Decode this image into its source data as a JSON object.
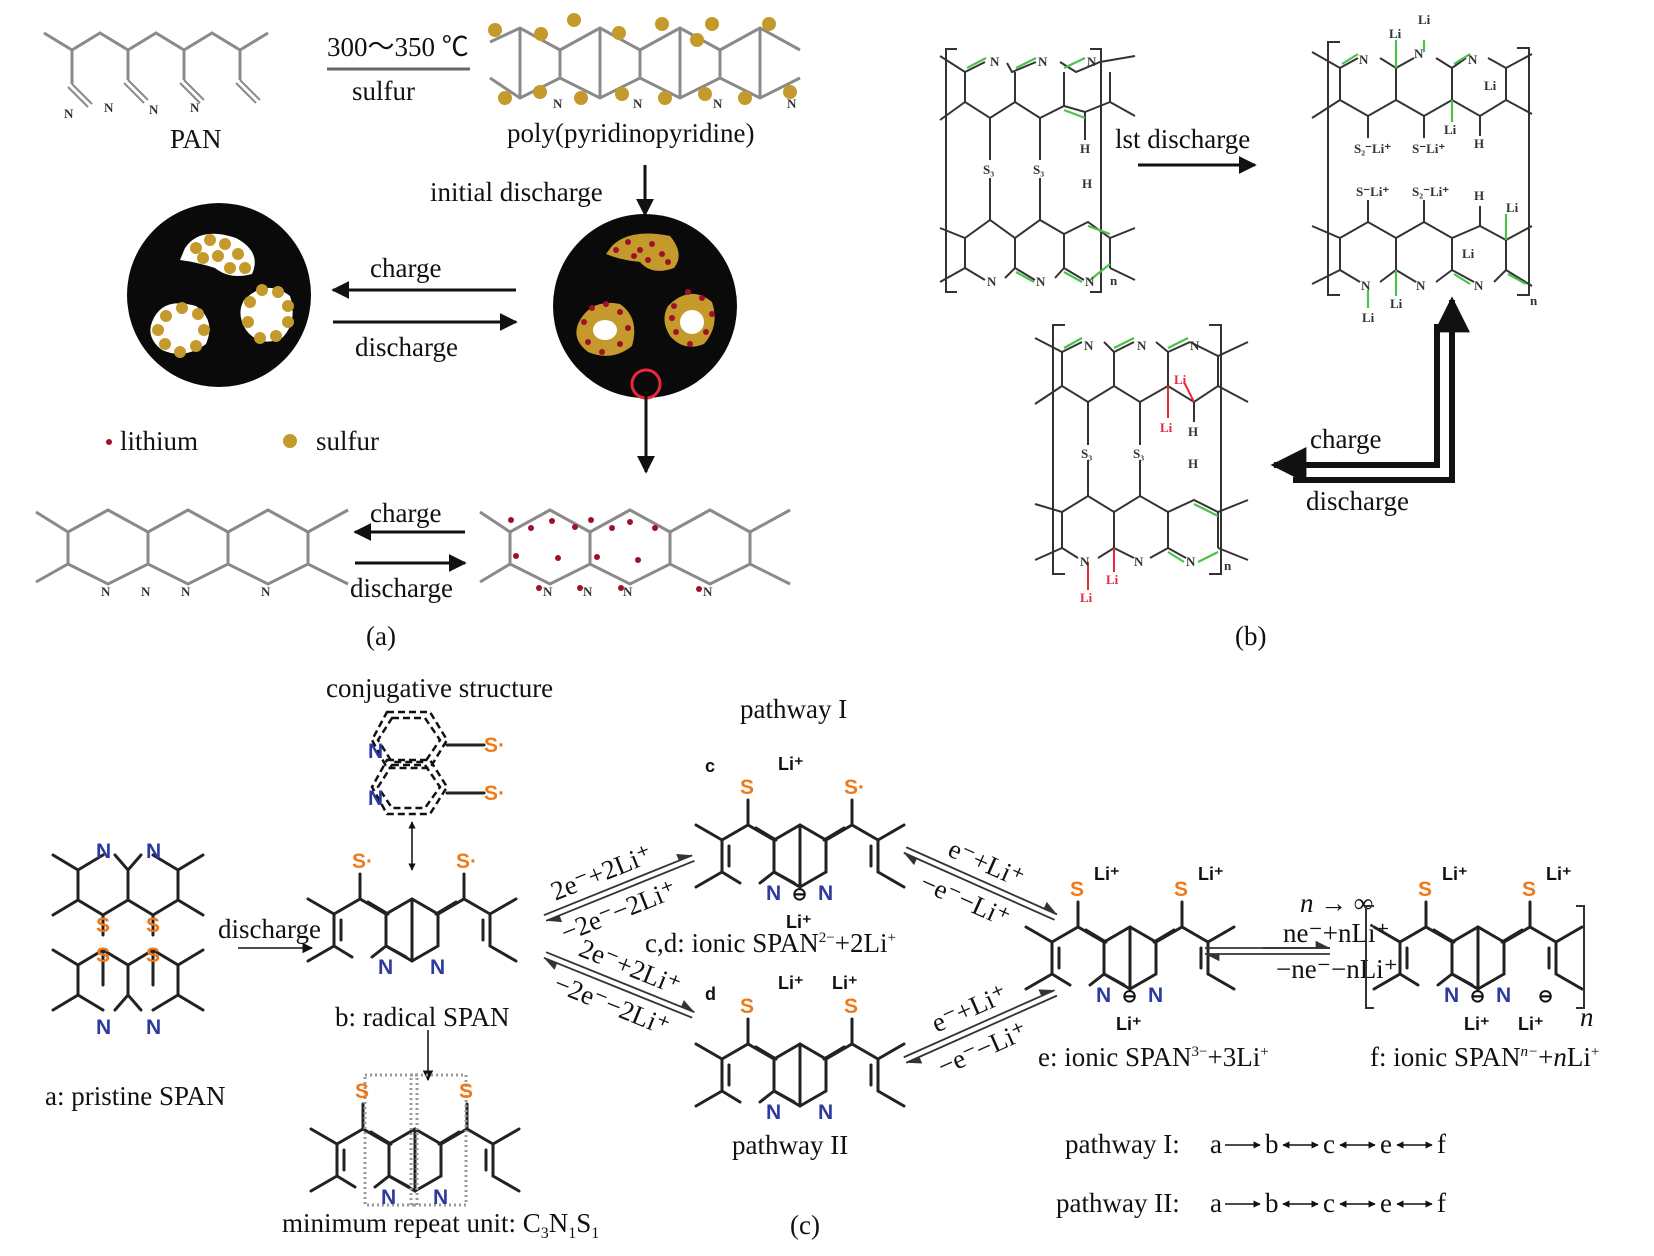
{
  "panel_a": {
    "label": "(a)",
    "reaction_condition_top": "300～350 ℃",
    "reaction_condition_bottom": "sulfur",
    "reactant": "PAN",
    "product": "poly(pyridinopyridine)",
    "initial_discharge": "initial discharge",
    "particle_charge": "charge",
    "particle_discharge": "discharge",
    "legend": [
      {
        "label": "lithium",
        "color": "#a0102a"
      },
      {
        "label": "sulfur",
        "color": "#c49a2c"
      }
    ],
    "chain_charge": "charge",
    "chain_discharge": "discharge",
    "atom_N": "N"
  },
  "panel_b": {
    "label": "(b)",
    "first_discharge": "lst discharge",
    "charge": "charge",
    "discharge": "discharge",
    "atoms": {
      "N": "N",
      "H": "H",
      "S3": "S₃",
      "Li": "Li",
      "n": "n",
      "S2Li": "S₂⁻Li⁺",
      "SLi": "S⁻Li⁺"
    },
    "colors": {
      "new_bond": "#4cc24a",
      "li_bond": "#e8283c"
    }
  },
  "panel_c": {
    "label": "(c)",
    "conjugative_structure": "conjugative structure",
    "discharge": "discharge",
    "pathway_I_title": "pathway I",
    "pathway_II_title": "pathway II",
    "structures": {
      "a": "a: pristine SPAN",
      "b": "b: radical SPAN",
      "cd_base": "c,d: ionic SPAN",
      "cd_sup": "2−",
      "cd_tail": "+2Li",
      "cd_tail_sup": "+",
      "e_base": "e: ionic SPAN",
      "e_sup": "3−",
      "e_tail": "+3Li",
      "e_tail_sup": "+",
      "f_base": "f: ionic SPAN",
      "f_sup": "n−",
      "f_tail": "+",
      "f_tail_n": "n",
      "f_tail_li": "Li",
      "f_tail_sup": "+",
      "repeat_unit_base": "minimum repeat unit: C",
      "repeat_unit_sub1": "3",
      "repeat_unit_N": "N",
      "repeat_unit_sub2": "1",
      "repeat_unit_S": "S",
      "repeat_unit_sub3": "1"
    },
    "struct_tags": {
      "c": "c",
      "d": "d"
    },
    "atoms": {
      "N": "N",
      "S": "S",
      "S_rad": "S·",
      "Li_plus": "Li⁺",
      "minus": "⊖",
      "n": "n"
    },
    "arrows": {
      "b_to_c_fwd": "2e⁻+2Li⁺",
      "b_to_c_rev": "−2e⁻−2Li⁺",
      "b_to_d_fwd": "2e⁻+2Li⁺",
      "b_to_d_rev": "−2e⁻−2Li⁺",
      "c_to_e_fwd": "e⁻+Li⁺",
      "c_to_e_rev": "−e⁻−Li⁺",
      "d_to_e_fwd": "e⁻+Li⁺",
      "d_to_e_rev": "−e⁻−Li⁺",
      "e_to_f_top": "n → ∞",
      "e_to_f_fwd": "ne⁻+nLi⁺",
      "e_to_f_rev": "−ne⁻−nLi⁺"
    },
    "pathways": [
      {
        "label": "pathway I:",
        "steps": [
          "a",
          "b",
          "c",
          "e",
          "f"
        ]
      },
      {
        "label": "pathway II:",
        "steps": [
          "a",
          "b",
          "c",
          "e",
          "f"
        ]
      }
    ],
    "colors": {
      "nitrogen": "#2d3a9e",
      "sulfur": "#f07a1a"
    }
  }
}
